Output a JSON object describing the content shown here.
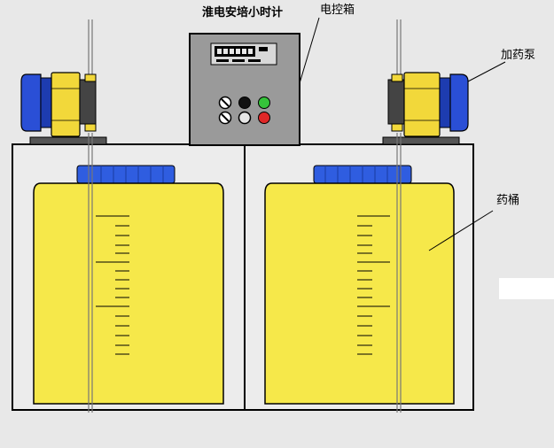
{
  "labels": {
    "hour_meter": "淮电安培小时计",
    "control_box": "电控箱",
    "dosing_pump": "加药泵",
    "tank": "药桶"
  },
  "colors": {
    "background": "#e8e8e8",
    "tank_fill": "#f6e84a",
    "cap_blue": "#2f5de0",
    "pump_blue": "#2a4fd6",
    "pump_yellow": "#f2d83a",
    "panel_gray": "#9a9a9a",
    "button_green": "#35c43a",
    "button_red": "#e02828",
    "button_black": "#111111",
    "outline": "#000000"
  }
}
